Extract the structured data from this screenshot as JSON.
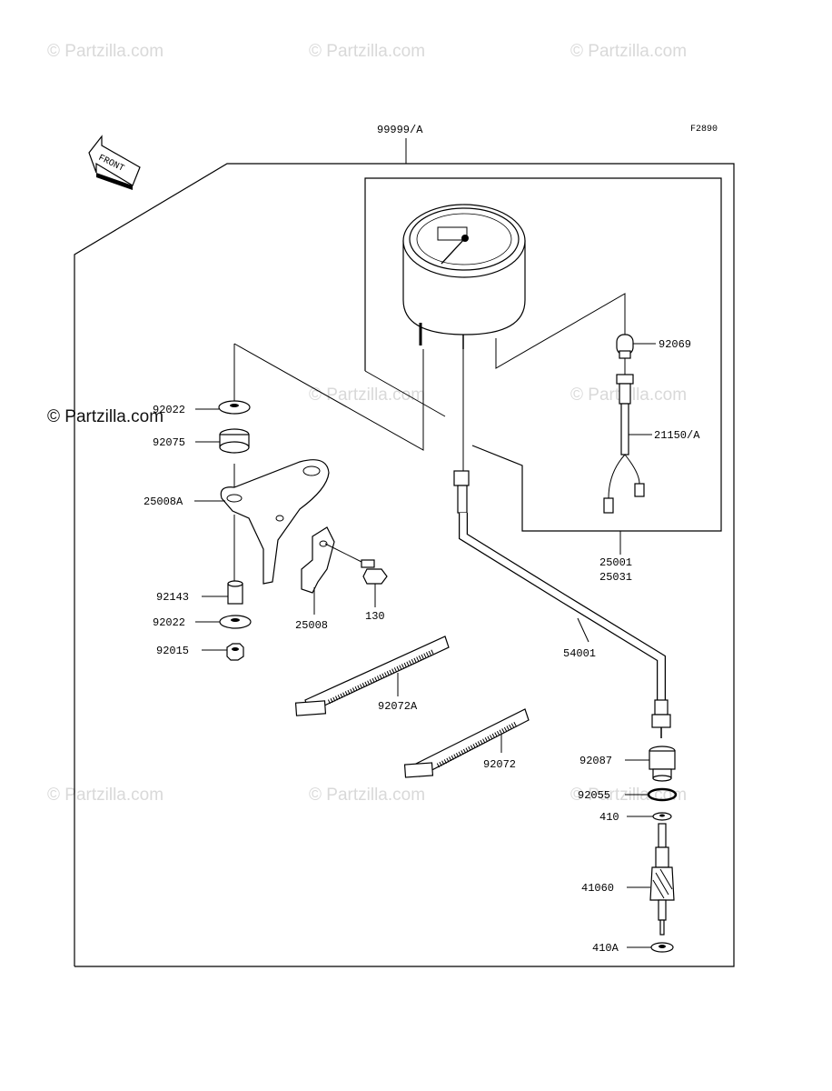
{
  "diagram": {
    "drawing_code": "F2890",
    "front_label": "FRONT",
    "watermark": "© Partzilla.com",
    "watermark_dark": "© Partzilla.com",
    "parts": {
      "p99999A": "99999/A",
      "p92069": "92069",
      "p92022_top": "92022",
      "p92075": "92075",
      "p21150A": "21150/A",
      "p25008A": "25008A",
      "p25001": "25001",
      "p25031": "25031",
      "p92143": "92143",
      "p92022_bottom": "92022",
      "p25008": "25008",
      "p130": "130",
      "p54001": "54001",
      "p92015": "92015",
      "p92072A": "92072A",
      "p92072": "92072",
      "p92087": "92087",
      "p92055": "92055",
      "p410": "410",
      "p41060": "41060",
      "p410A": "410A"
    }
  }
}
